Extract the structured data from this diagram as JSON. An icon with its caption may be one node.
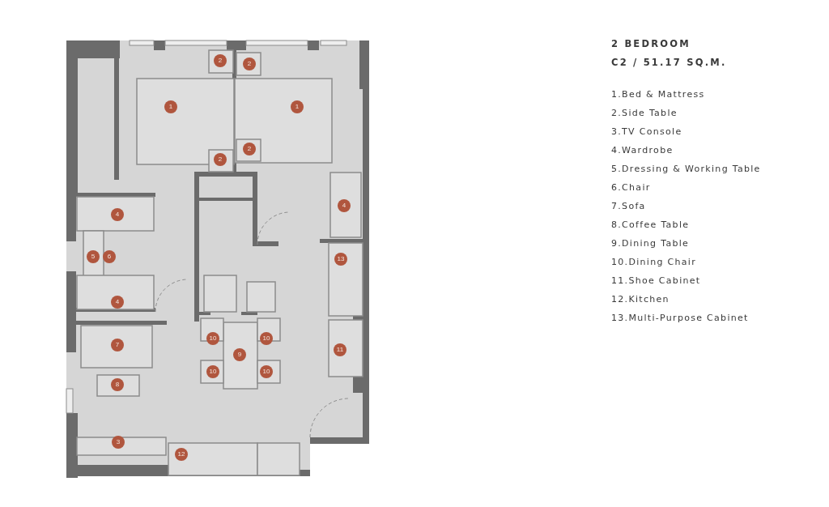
{
  "diagram": {
    "title": "2 BEDROOM",
    "labels": [
      "C2 / 51.17 SQ.M.",
      "1.Bed & Mattress",
      "2.Side Table",
      "3.TV Console",
      "4.Wardrobe",
      "5.Dressing & Working Table",
      "6.Chair",
      "7.Sofa",
      "8.Coffee Table",
      "9.Dining Table",
      "10.Dining Chair",
      "11.Shoe Cabinet",
      "12.Kitchen",
      "13.Multi-Purpose Cabinet",
      "2",
      "2",
      "1",
      "1",
      "2",
      "2",
      "4",
      "4",
      "5",
      "6",
      "13",
      "4",
      "7",
      "10",
      "10",
      "9",
      "11",
      "10",
      "10",
      "8",
      "3",
      "12"
    ]
  }
}
